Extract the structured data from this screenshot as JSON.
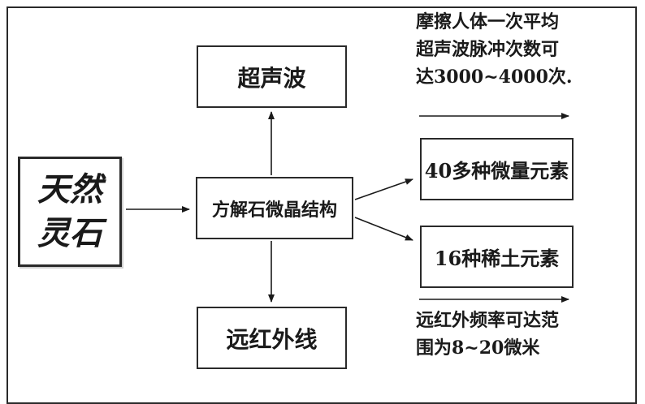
{
  "source": {
    "line1": "天然",
    "line2": "灵石"
  },
  "center": {
    "label": "方解石微晶结构"
  },
  "outputs": {
    "ultrasonic": "超声波",
    "infrared": "远红外线",
    "trace_elements": "40多种微量元素",
    "rare_earth": "16种稀土元素"
  },
  "notes": {
    "top": [
      "摩擦人体一次平均",
      "超声波脉冲次数可",
      "达3000~4000次."
    ],
    "bottom": [
      "远红外频率可达范",
      "围为8~20微米"
    ]
  }
}
